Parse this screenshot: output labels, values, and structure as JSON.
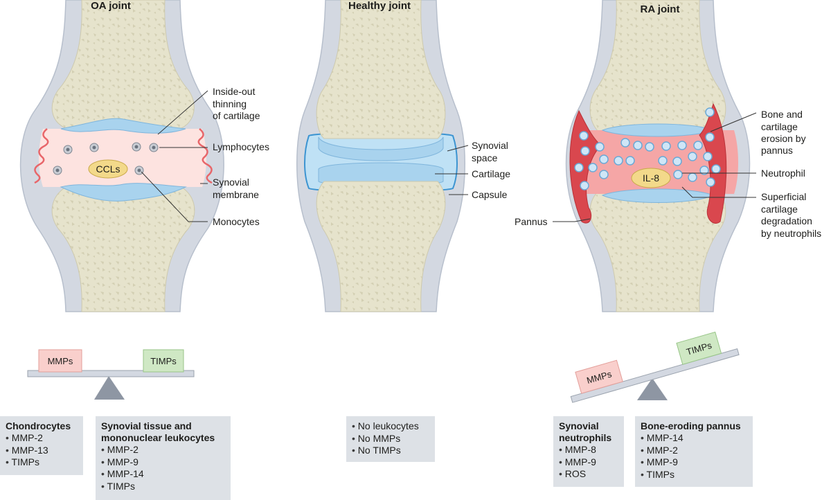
{
  "titles": {
    "oa": "OA joint",
    "healthy": "Healthy joint",
    "ra": "RA joint"
  },
  "oa_labels": {
    "thinning": [
      "Inside-out",
      "thinning",
      "of cartilage"
    ],
    "lymphocytes": "Lymphocytes",
    "membrane": [
      "Synovial",
      "membrane"
    ],
    "monocytes": "Monocytes",
    "ccls": "CCLs"
  },
  "healthy_labels": {
    "space": [
      "Synovial",
      "space"
    ],
    "cartilage": "Cartilage",
    "capsule": "Capsule"
  },
  "ra_labels": {
    "erosion": [
      "Bone and",
      "cartilage",
      "erosion by",
      "pannus"
    ],
    "neutrophil": "Neutrophil",
    "superficial": [
      "Superficial",
      "cartilage",
      "degradation",
      "by neutrophils"
    ],
    "pannus": "Pannus",
    "il8": "IL-8"
  },
  "balance": {
    "oa": {
      "left": "MMPs",
      "right": "TIMPs"
    },
    "ra": {
      "left": "MMPs",
      "right": "TIMPs"
    }
  },
  "boxes": {
    "chondrocytes": {
      "title": "Chondrocytes",
      "items": [
        "MMP-2",
        "MMP-13",
        "TIMPs"
      ]
    },
    "synovial_tissue": {
      "title": "Synovial tissue and mononuclear leukocytes",
      "items": [
        "MMP-2",
        "MMP-9",
        "MMP-14",
        "TIMPs"
      ]
    },
    "healthy": {
      "items": [
        "No leukocytes",
        "No MMPs",
        "No TIMPs"
      ]
    },
    "neutrophils": {
      "title": "Synovial neutrophils",
      "items": [
        "MMP-8",
        "MMP-9",
        "ROS"
      ]
    },
    "pannus": {
      "title": "Bone-eroding pannus",
      "items": [
        "MMP-14",
        "MMP-2",
        "MMP-9",
        "TIMPs"
      ]
    }
  },
  "colors": {
    "bone": "#e6e3cc",
    "capsule": "#d3d8e1",
    "cartilage": "#a9d3ee",
    "synovium": "#fde3e0",
    "membrane": "#e8666a",
    "pannus": "#d9474e",
    "mmp_box": "#f9cfcc",
    "timp_box": "#cfe8c4",
    "cytokine": "#f3d98a"
  }
}
